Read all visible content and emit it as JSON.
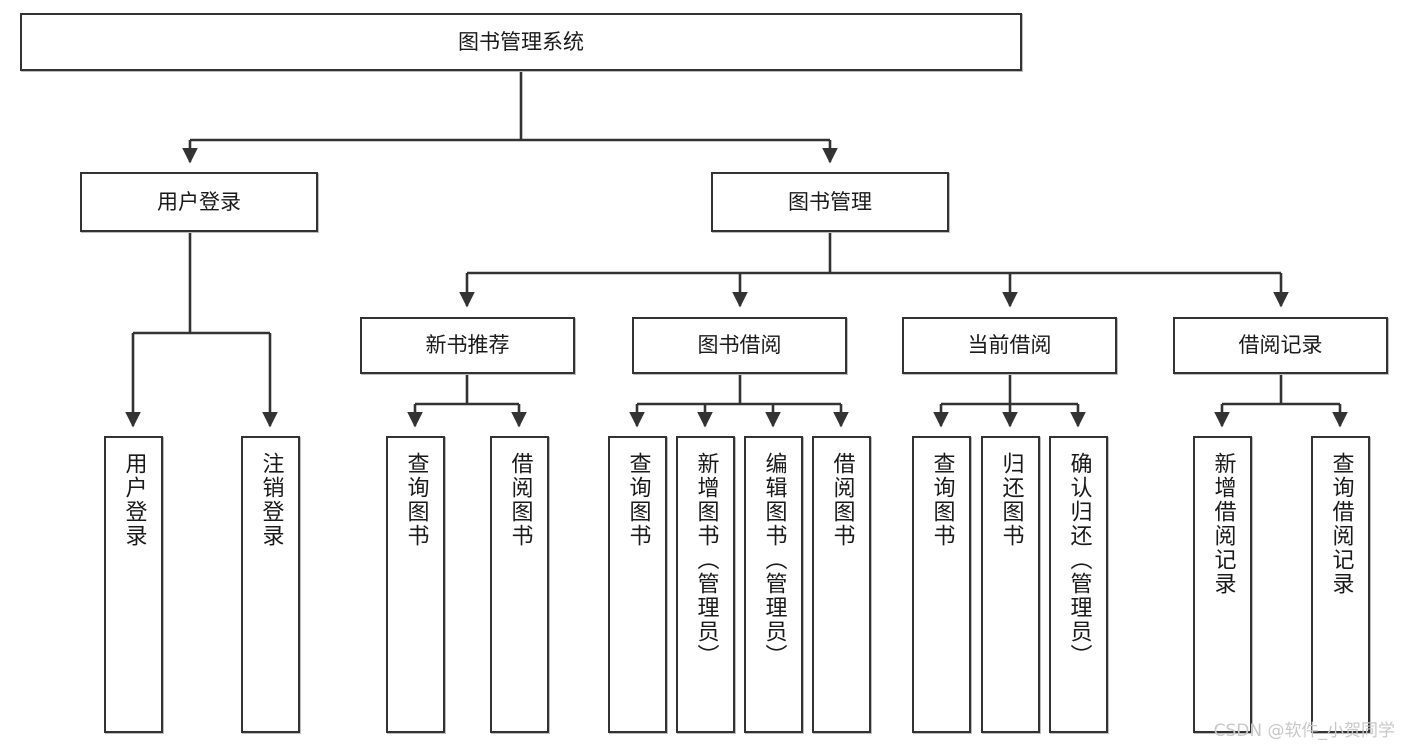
{
  "diagram": {
    "type": "tree",
    "title": "图书管理系统",
    "orientation": "top-down",
    "watermark": "CSDN @软件_小贺同学",
    "colors": {
      "background": "#ffffff",
      "node_border": "#333333",
      "node_fill": "#ffffff",
      "edge": "#333333",
      "text": "#1a1a1a",
      "watermark": "#c8c8c8"
    },
    "nodes": {
      "root": {
        "label": "图书管理系统"
      },
      "level2": [
        {
          "label": "用户登录"
        },
        {
          "label": "图书管理"
        }
      ],
      "level3": [
        {
          "label": "新书推荐"
        },
        {
          "label": "图书借阅"
        },
        {
          "label": "当前借阅"
        },
        {
          "label": "借阅记录"
        }
      ],
      "leaves": {
        "user_login": [
          {
            "label": "用户登录"
          },
          {
            "label": "注销登录"
          }
        ],
        "new_book_recommend": [
          {
            "label": "查询图书"
          },
          {
            "label": "借阅图书"
          }
        ],
        "book_borrow": [
          {
            "label": "查询图书"
          },
          {
            "label": "新增图书（管理员）"
          },
          {
            "label": "编辑图书（管理员）"
          },
          {
            "label": "借阅图书"
          }
        ],
        "current_borrow": [
          {
            "label": "查询图书"
          },
          {
            "label": "归还图书"
          },
          {
            "label": "确认归还（管理员）"
          }
        ],
        "borrow_record": [
          {
            "label": "新增借阅记录"
          },
          {
            "label": "查询借阅记录"
          }
        ]
      }
    }
  }
}
